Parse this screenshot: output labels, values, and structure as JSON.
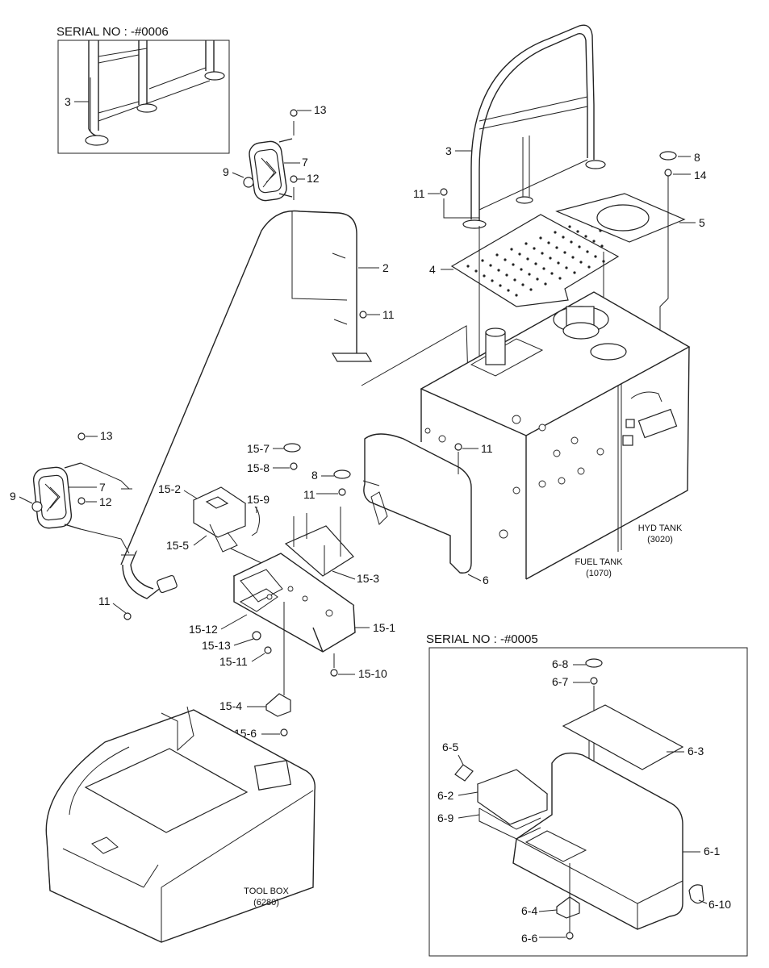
{
  "serial_notes": {
    "top_left": "SERIAL NO : -#0006",
    "bottom_right": "SERIAL NO : -#0005"
  },
  "component_notes": {
    "hyd_tank_name": "HYD TANK",
    "hyd_tank_code": "(3020)",
    "fuel_tank_name": "FUEL TANK",
    "fuel_tank_code": "(1070)",
    "tool_box_name": "TOOL BOX",
    "tool_box_code": "(6280)"
  },
  "callouts": {
    "inset_3": "3",
    "rail_3": "3",
    "top_13": "13",
    "top_7": "7",
    "top_9": "9",
    "top_12": "12",
    "top_2": "2",
    "top_11_pole": "11",
    "rail_11": "11",
    "top_8": "8",
    "top_14": "14",
    "top_5": "5",
    "top_4": "4",
    "mid_11_panel": "11",
    "cover_6": "6",
    "low_13": "13",
    "low_7": "7",
    "low_9": "9",
    "low_12": "12",
    "low_11": "11",
    "p15_7": "15-7",
    "p15_8": "15-8",
    "p8_mid": "8",
    "p11_mid": "11",
    "p15_2": "15-2",
    "p15_9": "15-9",
    "p15_5": "15-5",
    "p15_3": "15-3",
    "p15_12": "15-12",
    "p15_1": "15-1",
    "p15_13": "15-13",
    "p15_11": "15-11",
    "p15_10": "15-10",
    "p15_4": "15-4",
    "p15_6": "15-6",
    "p6_8": "6-8",
    "p6_7": "6-7",
    "p6_3": "6-3",
    "p6_5": "6-5",
    "p6_2": "6-2",
    "p6_9": "6-9",
    "p6_1": "6-1",
    "p6_10": "6-10",
    "p6_4": "6-4",
    "p6_6": "6-6"
  }
}
